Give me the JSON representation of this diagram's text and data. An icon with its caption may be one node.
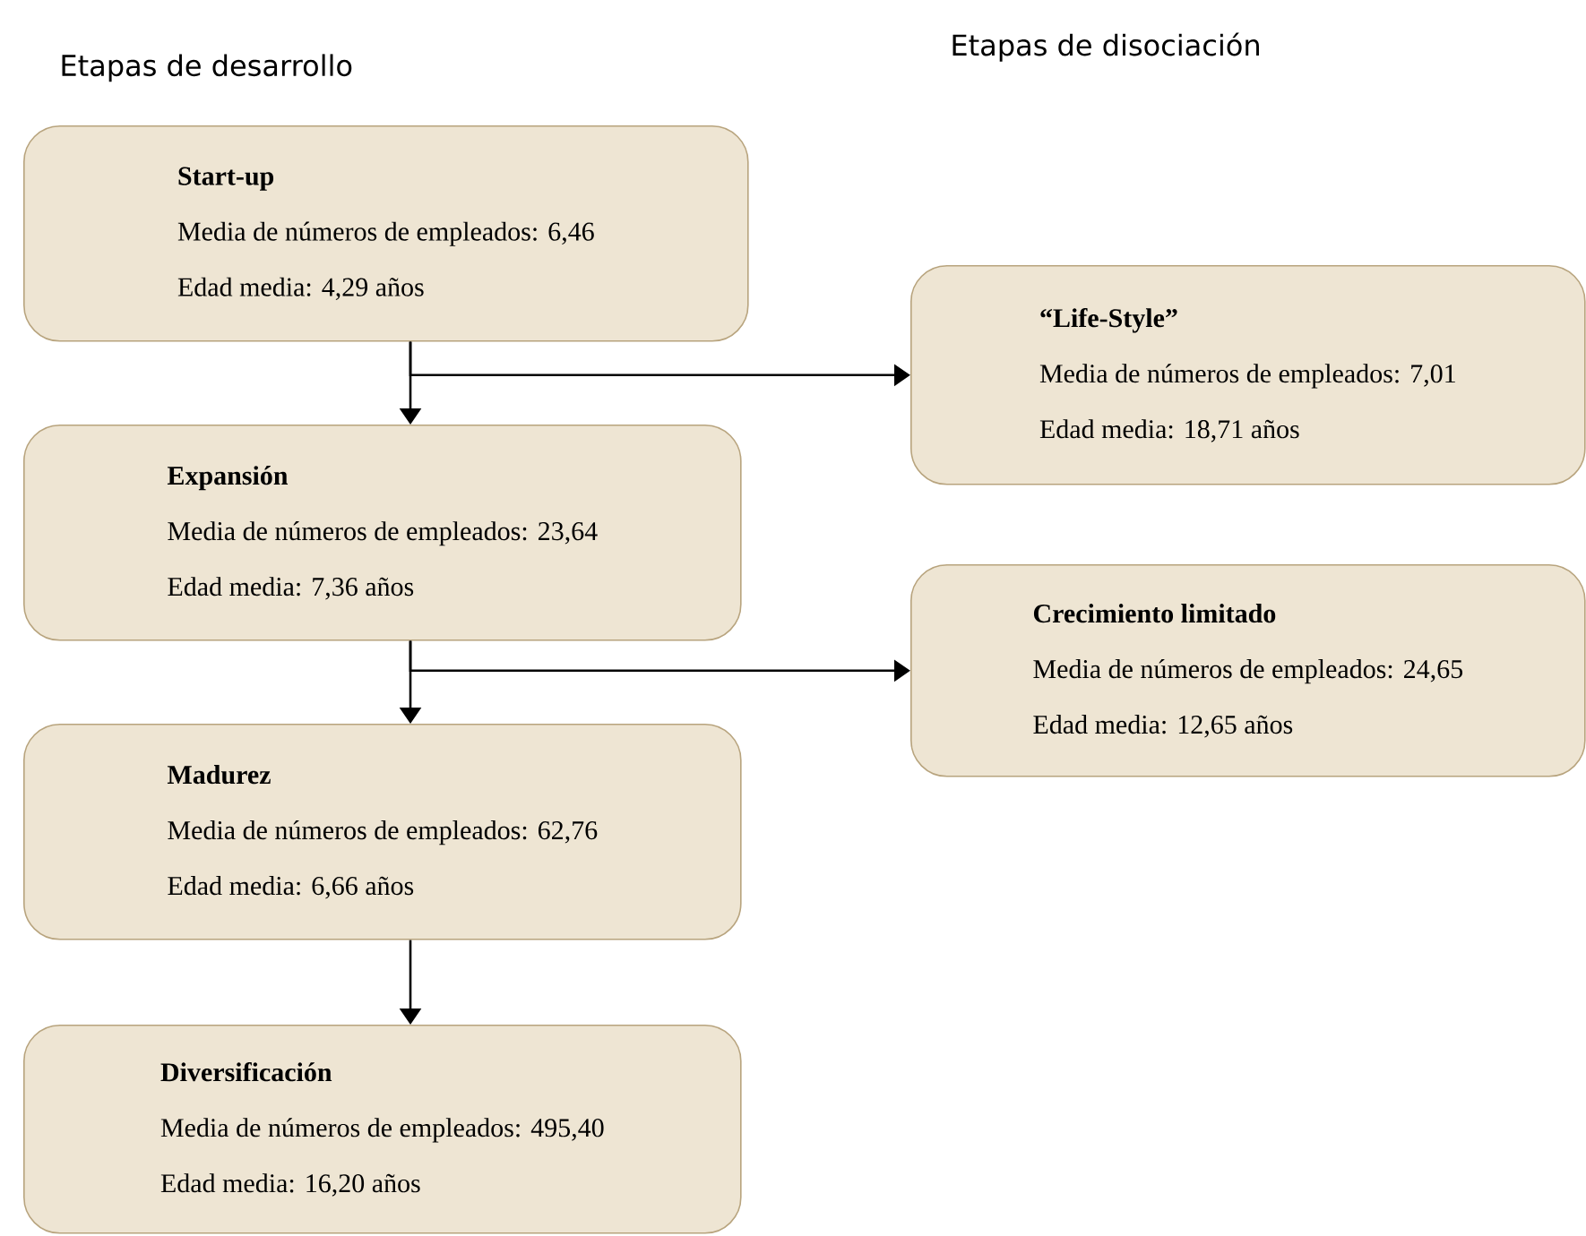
{
  "diagram": {
    "nodes": [
      {
        "text": [
          "Start-up",
          "Media de números de empleados: 6,46",
          "Edad media: 4,29 años"
        ]
      },
      {
        "text": [
          "Expansión",
          "Media de números de empleados: 23,64",
          "Edad media: 7,36 años"
        ]
      },
      {
        "text": [
          "Madurez",
          "Media de números de empleados: 62,76",
          "Edad media: 6,66 años"
        ]
      },
      {
        "text": [
          "Diversificación",
          "Media de números de empleados: 495,40",
          "Edad media: 16,20 años"
        ]
      },
      {
        "text": [
          "“Life-Style”",
          "Media de números de empleados: 7,01",
          "Edad media: 18,71 años"
        ]
      },
      {
        "text": [
          "Crecimiento limitado",
          "Media de números de empleados: 24,65",
          "Edad media: 12,65 años"
        ]
      }
    ],
    "edges": [
      {
        "from": 0,
        "to": 1,
        "arrow": "to"
      },
      {
        "from": 0,
        "to": 4,
        "arrow": "to"
      },
      {
        "from": 1,
        "to": 2,
        "arrow": "to"
      },
      {
        "from": 1,
        "to": 5,
        "arrow": "to"
      },
      {
        "from": 2,
        "to": 3,
        "arrow": "to"
      }
    ],
    "labels": [
      "Etapas de desarrollo",
      "Etapas de disociación"
    ]
  }
}
